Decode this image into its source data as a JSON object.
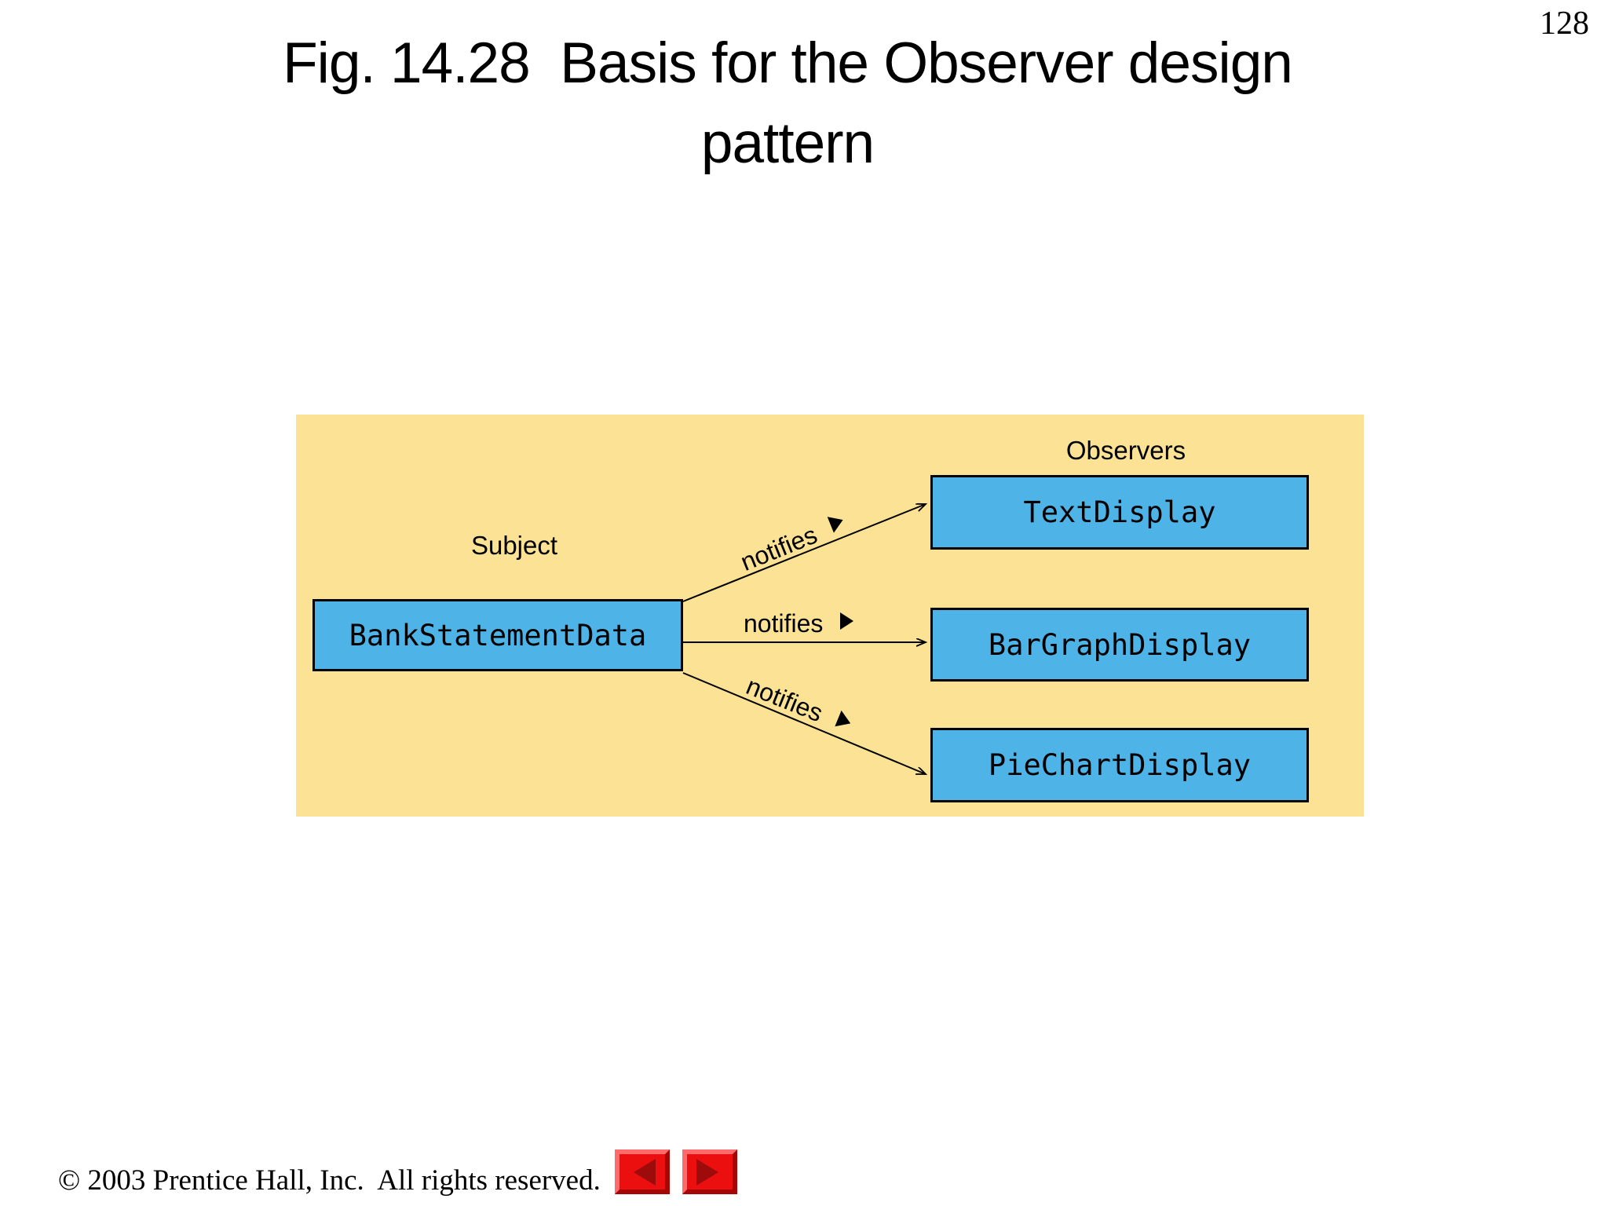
{
  "page": {
    "number": "128",
    "title_line1": "Fig. 14.28  Basis for the Observer design",
    "title_line2": "pattern",
    "footer": "© 2003 Prentice Hall, Inc.  All rights reserved."
  },
  "diagram": {
    "subject_label": "Subject",
    "observers_label": "Observers",
    "subject_box": "BankStatementData",
    "observer_boxes": [
      "TextDisplay",
      "BarGraphDisplay",
      "PieChartDisplay"
    ],
    "edge_label": "notifies",
    "colors": {
      "panel_background": "#fbe294",
      "box_fill": "#4eb3e6",
      "box_border": "#000000",
      "arrow": "#000000"
    }
  },
  "nav": {
    "back_icon": "left-triangle",
    "forward_icon": "right-triangle",
    "button_color": "#ec0f0f",
    "triangle_color": "#9e0b0b"
  }
}
